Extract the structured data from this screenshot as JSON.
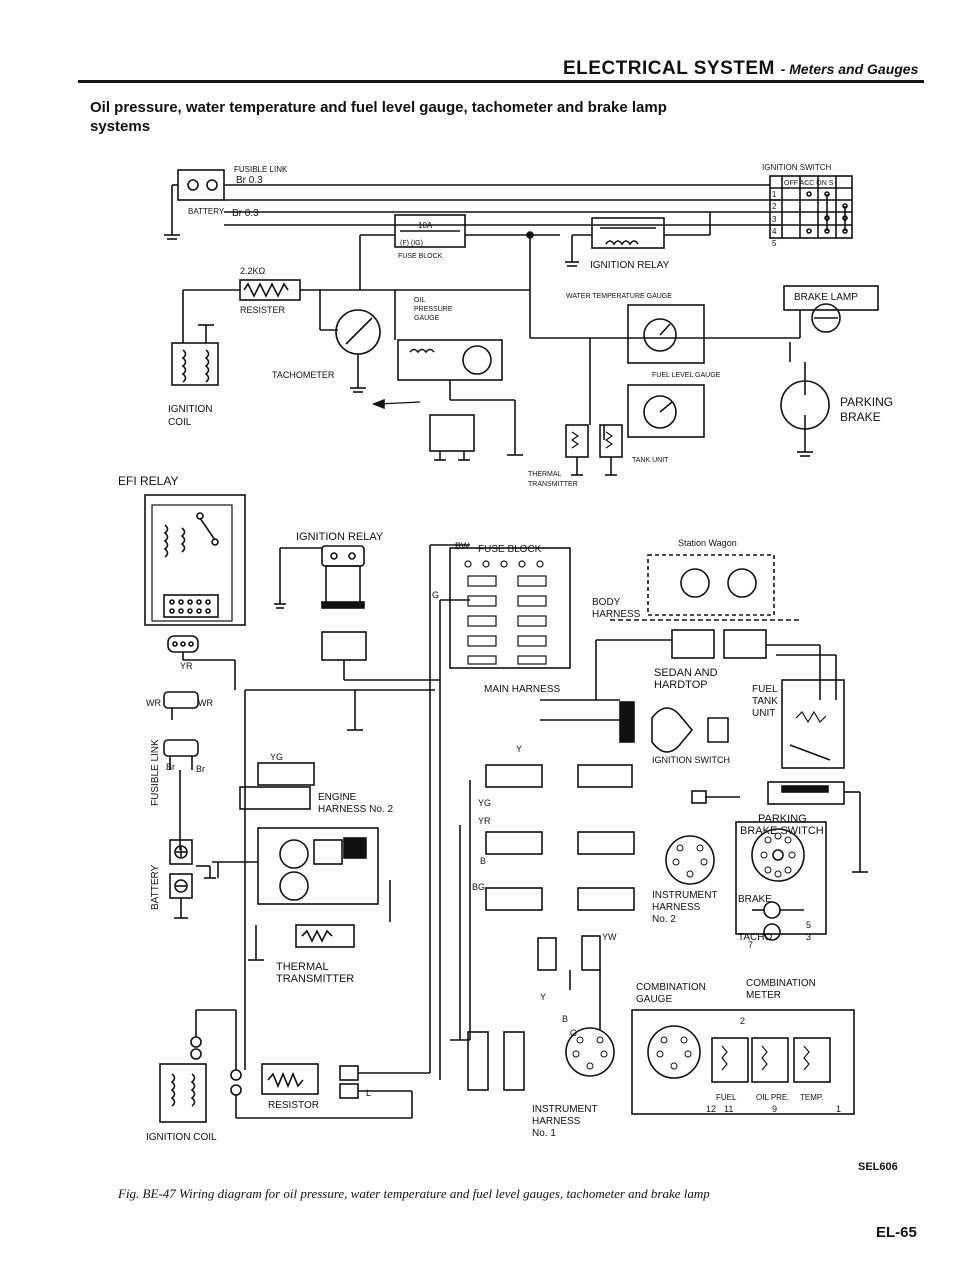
{
  "header": {
    "title": "ELECTRICAL SYSTEM",
    "subtitle": "- Meters and Gauges"
  },
  "section": {
    "heading": "Oil pressure, water temperature and fuel level gauge, tachometer and brake lamp systems"
  },
  "upper_diagram": {
    "fusible_link": "FUSIBLE LINK",
    "br_top": "Br 0.3",
    "br_bottom": "Br 0.3",
    "battery": "BATTERY",
    "fuse_10a": "10A",
    "fuse_fi_ig": "(F)   (IG)",
    "fuse_block": "FUSE BLOCK",
    "ignition_relay": "IGNITION RELAY",
    "ignition_switch": "IGNITION SWITCH",
    "switch_header": "OFF ACC ON S",
    "switch_rows": [
      "1",
      "2",
      "3",
      "4",
      "5"
    ],
    "resister_value": "2.2KΩ",
    "resister": "RESISTER",
    "oil_pressure_gauge": [
      "OIL",
      "PRESSURE",
      "GAUGE"
    ],
    "water_temp_gauge": "WATER TEMPERATURE GAUGE",
    "brake_lamp": "BRAKE LAMP",
    "tachometer": "TACHOMETER",
    "fuel_level_gauge": "FUEL LEVEL GAUGE",
    "parking_brake": [
      "PARKING",
      "BRAKE"
    ],
    "ignition_coil": [
      "IGNITION",
      "COIL"
    ],
    "tank_unit": "TANK UNIT",
    "thermal_transmitter": [
      "THERMAL",
      "TRANSMITTER"
    ]
  },
  "lower_diagram": {
    "efi_relay": "EFI RELAY",
    "ignition_relay": "IGNITION RELAY",
    "fuse_block": "FUSE BLOCK",
    "bw": "BW",
    "g": "G",
    "station_wagon": "Station Wagon",
    "body_harness": [
      "BODY",
      "HARNESS"
    ],
    "sedan_hardtop": [
      "SEDAN AND",
      "HARDTOP"
    ],
    "main_harness": "MAIN HARNESS",
    "fuel_tank_unit": [
      "FUEL",
      "TANK",
      "UNIT"
    ],
    "ignition_switch": "IGNITION SWITCH",
    "engine_harness": [
      "ENGINE",
      "HARNESS No. 2"
    ],
    "parking_brake_switch": [
      "PARKING",
      "BRAKE SWITCH"
    ],
    "fusible_link": "FUSIBLE LINK",
    "battery": "BATTERY",
    "instrument_harness_2": [
      "INSTRUMENT",
      "HARNESS",
      "No. 2"
    ],
    "brake": "BRAKE",
    "tacho": "TACHO",
    "combination_meter": [
      "COMBINATION",
      "METER"
    ],
    "combination_gauge": [
      "COMBINATION",
      "GAUGE"
    ],
    "thermal_transmitter": [
      "THERMAL",
      "TRANSMITTER"
    ],
    "resistor": "RESISTOR",
    "instrument_harness_1": [
      "INSTRUMENT",
      "HARNESS",
      "No. 1"
    ],
    "ignition_coil": "IGNITION COIL",
    "gauge_labels": [
      "FUEL",
      "OIL PRE.",
      "TEMP."
    ],
    "pin_numbers": [
      "2",
      "12",
      "11",
      "9",
      "1",
      "5",
      "3",
      "7"
    ],
    "wire_codes": [
      "YR",
      "WR",
      "WR",
      "Br",
      "Br",
      "YG",
      "Y",
      "YG",
      "YR",
      "BG",
      "B",
      "L",
      "YW",
      "G",
      "B",
      "Y"
    ]
  },
  "footer": {
    "code": "SEL606",
    "caption": "Fig. BE-47  Wiring diagram for oil pressure, water temperature and fuel level gauges, tachometer and brake lamp",
    "page": "EL-65"
  }
}
